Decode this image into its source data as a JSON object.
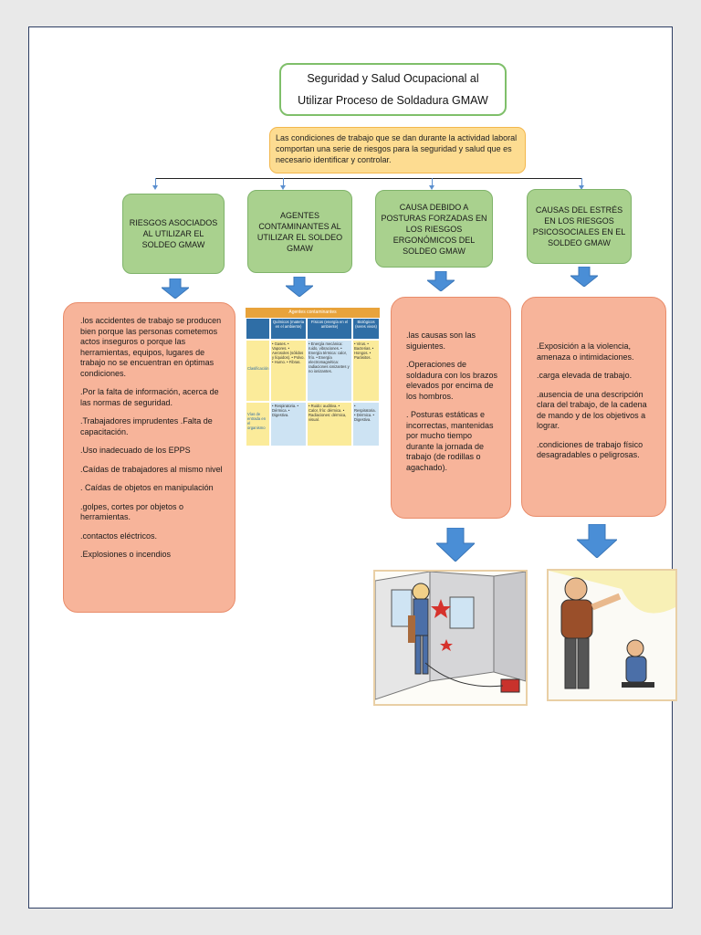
{
  "title_line1": "Seguridad y Salud Ocupacional al",
  "title_line2": "Utilizar Proceso de Soldadura GMAW",
  "intro": "Las condiciones de trabajo que se dan durante la actividad laboral comportan una serie de riesgos para la seguridad y salud que es necesario identificar y controlar.",
  "categories": [
    {
      "label": "RIESGOS ASOCIADOS AL UTILIZAR EL SOLDEO GMAW"
    },
    {
      "label": "AGENTES CONTAMINANTES AL UTILIZAR EL SOLDEO GMAW"
    },
    {
      "label": "CAUSA DEBIDO A POSTURAS FORZADAS EN LOS RIESGOS ERGONÓMICOS DEL SOLDEO GMAW"
    },
    {
      "label": "CAUSAS DEL ESTRÉS EN LOS RIESGOS PSICOSOCIALES EN EL SOLDEO GMAW"
    }
  ],
  "riesgos": [
    ".los accidentes de trabajo se producen bien porque las personas cometemos actos inseguros o porque las herramientas, equipos, lugares de trabajo no se encuentran en óptimas condiciones.",
    ".Por la falta de información, acerca de las normas de seguridad.",
    ".Trabajadores imprudentes .Falta de capacitación.",
    ".Uso inadecuado de los EPPS",
    ".Caídas de trabajadores al mismo nivel",
    ". Caídas de objetos en manipulación",
    ".golpes, cortes por objetos o herramientas.",
    ".contactos eléctricos.",
    ".Explosiones o incendios"
  ],
  "posturas": [
    ".las causas son las siguientes.",
    ".Operaciones de soldadura con los brazos elevados por encima de los hombros.",
    ". Posturas estáticas e incorrectas, mantenidas por mucho tiempo durante la jornada de trabajo (de rodillas o agachado)."
  ],
  "estres": [
    ".Exposición a la violencia, amenaza o intimidaciones.",
    ".carga elevada de trabajo.",
    ".ausencia de una descripción clara del trabajo, de la cadena de mando y de los objetivos a lograr.",
    ".condiciones de trabajo físico desagradables o peligrosas."
  ],
  "table": {
    "title": "Agentes contaminantes",
    "columns": [
      "Químicos (materia en el ambiente)",
      "Físicos (energía en el ambiente)",
      "Biológicos (seres vivos)"
    ],
    "row1_label": "Clasificación",
    "row1": [
      "• Gases. • Vapores. • Aerosoles (sólidos y líquidos). • Polvo. • Humo. • Fibras.",
      "• Energía mecánica: ruido, vibraciones. • Energía térmica: calor, frío. • Energía electromagnética: radiaciones ionizantes y no ionizantes.",
      "• Virus. • Bacterias. • Hongos. • Parásitos."
    ],
    "row2_label": "Vías de entrada en el organismo",
    "row2": [
      "• Respiratoria. • Dérmica. • Digestiva.",
      "• Ruido: auditiva. • Calor, frío: dérmica. • Radiaciones: dérmica, visual.",
      "• Respiratoria. • Dérmica. • Digestiva."
    ]
  },
  "colors": {
    "green_box": "#a9d18e",
    "orange_box": "#f7b49a",
    "intro_box": "#fddc91",
    "arrow": "#4a8ed6"
  }
}
